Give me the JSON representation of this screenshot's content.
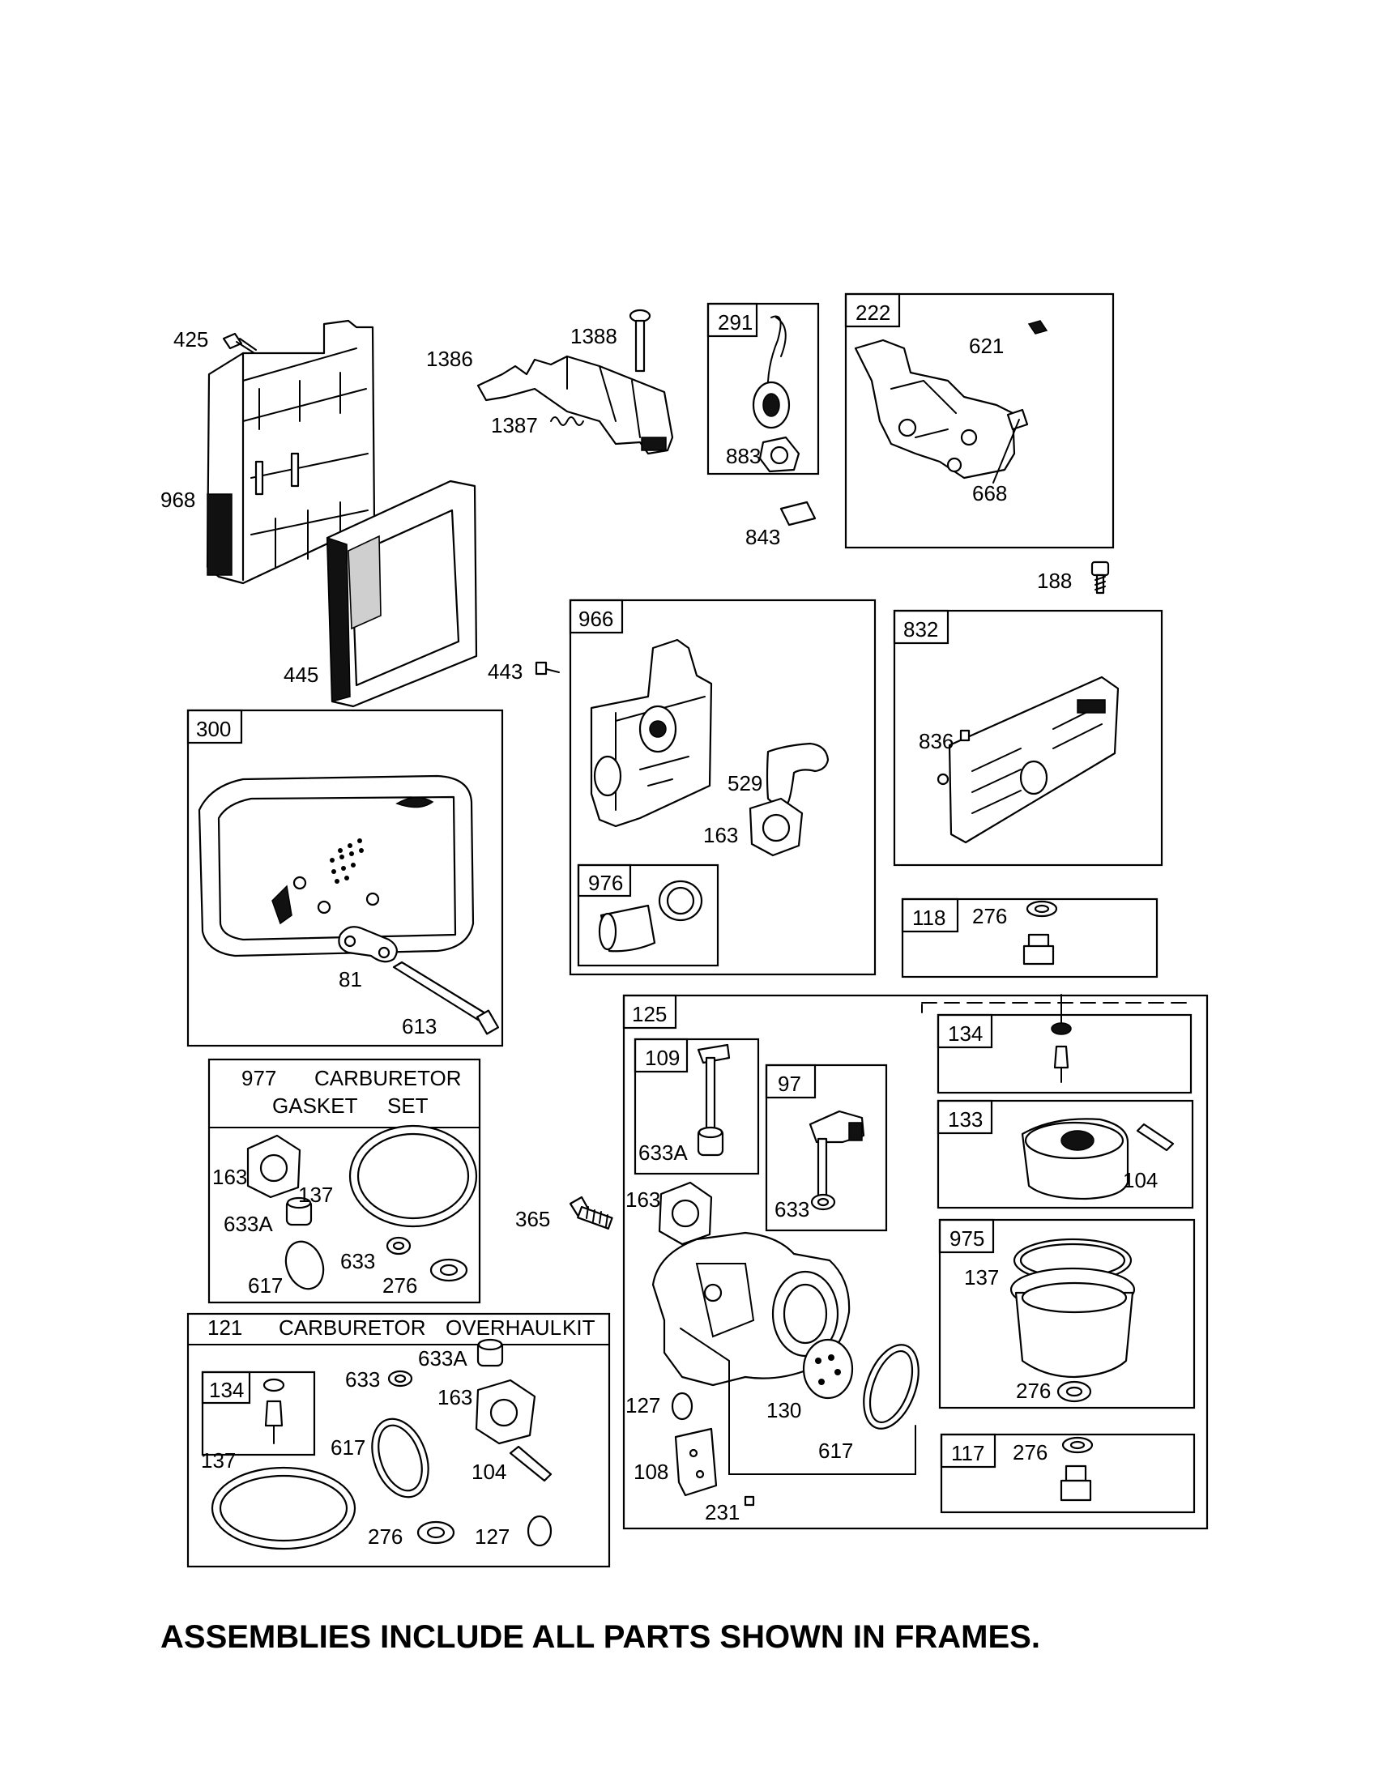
{
  "footer_note": "ASSEMBLIES INCLUDE ALL PARTS SHOWN IN FRAMES.",
  "frames": {
    "f291": "291",
    "f222": "222",
    "f966": "966",
    "f976": "976",
    "f832": "832",
    "f300": "300",
    "f118": "118",
    "f125": "125",
    "f109": "109",
    "f97": "97",
    "f134a": "134",
    "f133": "133",
    "f975": "975",
    "f117": "117",
    "f134b": "134"
  },
  "kits": {
    "gasket_num": "977",
    "gasket_title_1": "CARBURETOR",
    "gasket_title_2": "GASKET",
    "gasket_title_3": "SET",
    "overhaul_num": "121",
    "overhaul_title_1": "CARBURETOR",
    "overhaul_title_2": "OVERHAUL",
    "overhaul_title_3": "KIT"
  },
  "callouts": {
    "c425": "425",
    "c968": "968",
    "c445": "445",
    "c1386": "1386",
    "c1387": "1387",
    "c1388": "1388",
    "c883": "883",
    "c843": "843",
    "c621": "621",
    "c668": "668",
    "c188": "188",
    "c443": "443",
    "c529": "529",
    "c163_966": "163",
    "c836": "836",
    "c81": "81",
    "c613": "613",
    "c276_118": "276",
    "c163_977": "163",
    "c137_977": "137",
    "c633A_977": "633A",
    "c617_977": "617",
    "c633_977": "633",
    "c276_977": "276",
    "c365": "365",
    "c633A_109": "633A",
    "c633_97": "633",
    "c163_125": "163",
    "c127_125": "127",
    "c130": "130",
    "c617_125": "617",
    "c108": "108",
    "c231": "231",
    "c104_133": "104",
    "c137_975": "137",
    "c276_975": "276",
    "c276_117": "276",
    "c633_121": "633",
    "c633A_121": "633A",
    "c163_121": "163",
    "c617_121": "617",
    "c137_121": "137",
    "c104_121": "104",
    "c276_121": "276",
    "c127_121": "127"
  }
}
